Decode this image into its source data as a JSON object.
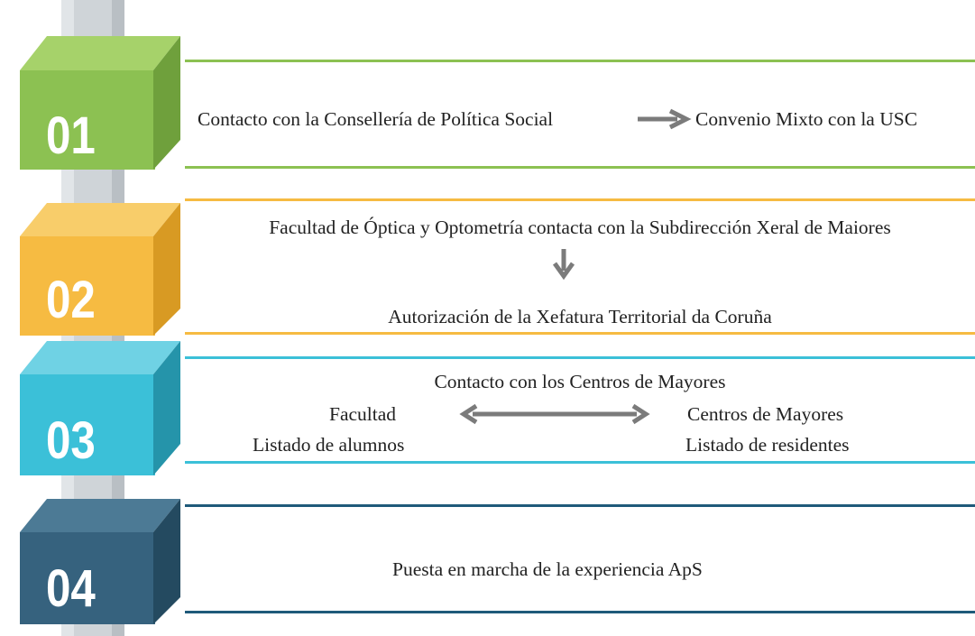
{
  "colors": {
    "step1": "#8cc152",
    "step2": "#f6bb42",
    "step3": "#3bc0d8",
    "step4": "#2f5c78",
    "arrow": "#7b7b7b",
    "column": "#c9ced2"
  },
  "steps": [
    {
      "number": "01",
      "text": "Contacto con la Consellería de Política Social",
      "text_after_arrow": "Convenio Mixto con la USC"
    },
    {
      "number": "02",
      "text": "Facultad de Óptica y Optometría contacta con la Subdirección Xeral de Maiores",
      "text_after_arrow": "Autorización de la Xefatura Territorial da Coruña"
    },
    {
      "number": "03",
      "title": "Contacto con los Centros de Mayores",
      "left_label": "Facultad",
      "left_sub": "Listado de alumnos",
      "right_label": "Centros de Mayores",
      "right_sub": "Listado de residentes"
    },
    {
      "number": "04",
      "text": "Puesta en marcha de la experiencia ApS"
    }
  ],
  "icons": {
    "step1_arrow": "arrow-right-icon",
    "step2_arrow": "arrow-down-icon",
    "step3_arrow": "double-arrow-icon"
  }
}
